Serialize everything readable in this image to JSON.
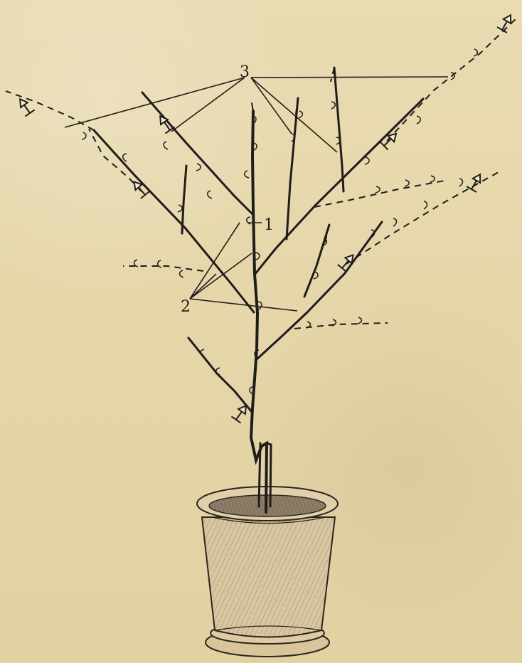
{
  "labels": {
    "one": "1",
    "two": "2",
    "three": "3"
  },
  "colors": {
    "ink": "#1f1d1a",
    "paper": "#e6d6aa"
  }
}
